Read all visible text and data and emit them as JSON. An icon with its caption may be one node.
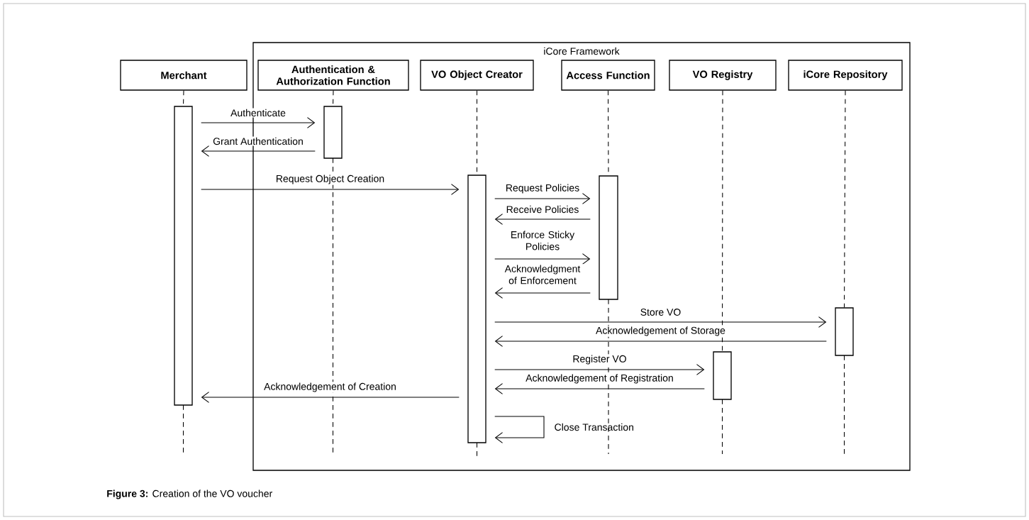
{
  "diagram": {
    "caption": "**Figure 3:** Creation of the VO voucher",
    "nodes": [
      {
        "text": [
          "iCore Framework"
        ]
      },
      {
        "text": [
          "Merchant"
        ]
      },
      {
        "text": [
          "Authentication & Authorization Function"
        ],
        "in": 0
      },
      {
        "text": [
          "VO Object Creator"
        ],
        "in": 0
      },
      {
        "text": [
          "Access Function"
        ],
        "in": 0
      },
      {
        "text": [
          "VO Registry"
        ],
        "in": 0
      },
      {
        "text": [
          "iCore Repository"
        ],
        "in": 0
      },
      {
        "text": [],
        "shape": "bar"
      },
      {
        "text": [],
        "shape": "bar",
        "in": 0
      },
      {
        "text": [],
        "shape": "bar",
        "in": 0
      },
      {
        "text": [],
        "shape": "bar",
        "in": 0
      },
      {
        "text": [],
        "shape": "bar",
        "in": 0
      },
      {
        "text": [],
        "shape": "bar",
        "in": 0
      }
    ],
    "edges": [
      {
        "from": 1,
        "to": 7,
        "arrow": "none",
        "style": "dashed"
      },
      {
        "from": 2,
        "to": 8,
        "arrow": "none",
        "style": "dashed"
      },
      {
        "from": 3,
        "to": 9,
        "arrow": "none",
        "style": "dashed"
      },
      {
        "from": 4,
        "to": 10,
        "arrow": "none",
        "style": "dashed"
      },
      {
        "from": 5,
        "to": 11,
        "arrow": "none",
        "style": "dashed"
      },
      {
        "from": 6,
        "to": 12,
        "arrow": "none",
        "style": "dashed"
      },
      {
        "from": 7,
        "to": 8,
        "arrow": "to",
        "label": "Authenticate"
      },
      {
        "from": 8,
        "to": 7,
        "arrow": "to",
        "label": "Grant Authentication"
      },
      {
        "from": 7,
        "to": 9,
        "arrow": "to",
        "label": "Request Object Creation"
      },
      {
        "from": 9,
        "to": 10,
        "arrow": "to",
        "label": "Request Policies"
      },
      {
        "from": 10,
        "to": 9,
        "arrow": "to",
        "label": "Receive Policies"
      },
      {
        "from": 9,
        "to": 10,
        "arrow": "to",
        "label": "Enforce Sticky Policies"
      },
      {
        "from": 10,
        "to": 9,
        "arrow": "to",
        "label": "Acknowledgment of Enforcement"
      },
      {
        "from": 9,
        "to": 12,
        "arrow": "to",
        "label": "Store VO"
      },
      {
        "from": 12,
        "to": 9,
        "arrow": "to",
        "label": "Acknowledgement of Storage"
      },
      {
        "from": 9,
        "to": 11,
        "arrow": "to",
        "label": "Register VO"
      },
      {
        "from": 11,
        "to": 9,
        "arrow": "to",
        "label": "Acknowledgement of Registration"
      },
      {
        "from": 9,
        "to": 7,
        "arrow": "to",
        "label": "Acknowledgement of Creation"
      },
      {
        "from": 9,
        "to": 9,
        "arrow": "to",
        "label": "Close Transaction"
      }
    ]
  }
}
